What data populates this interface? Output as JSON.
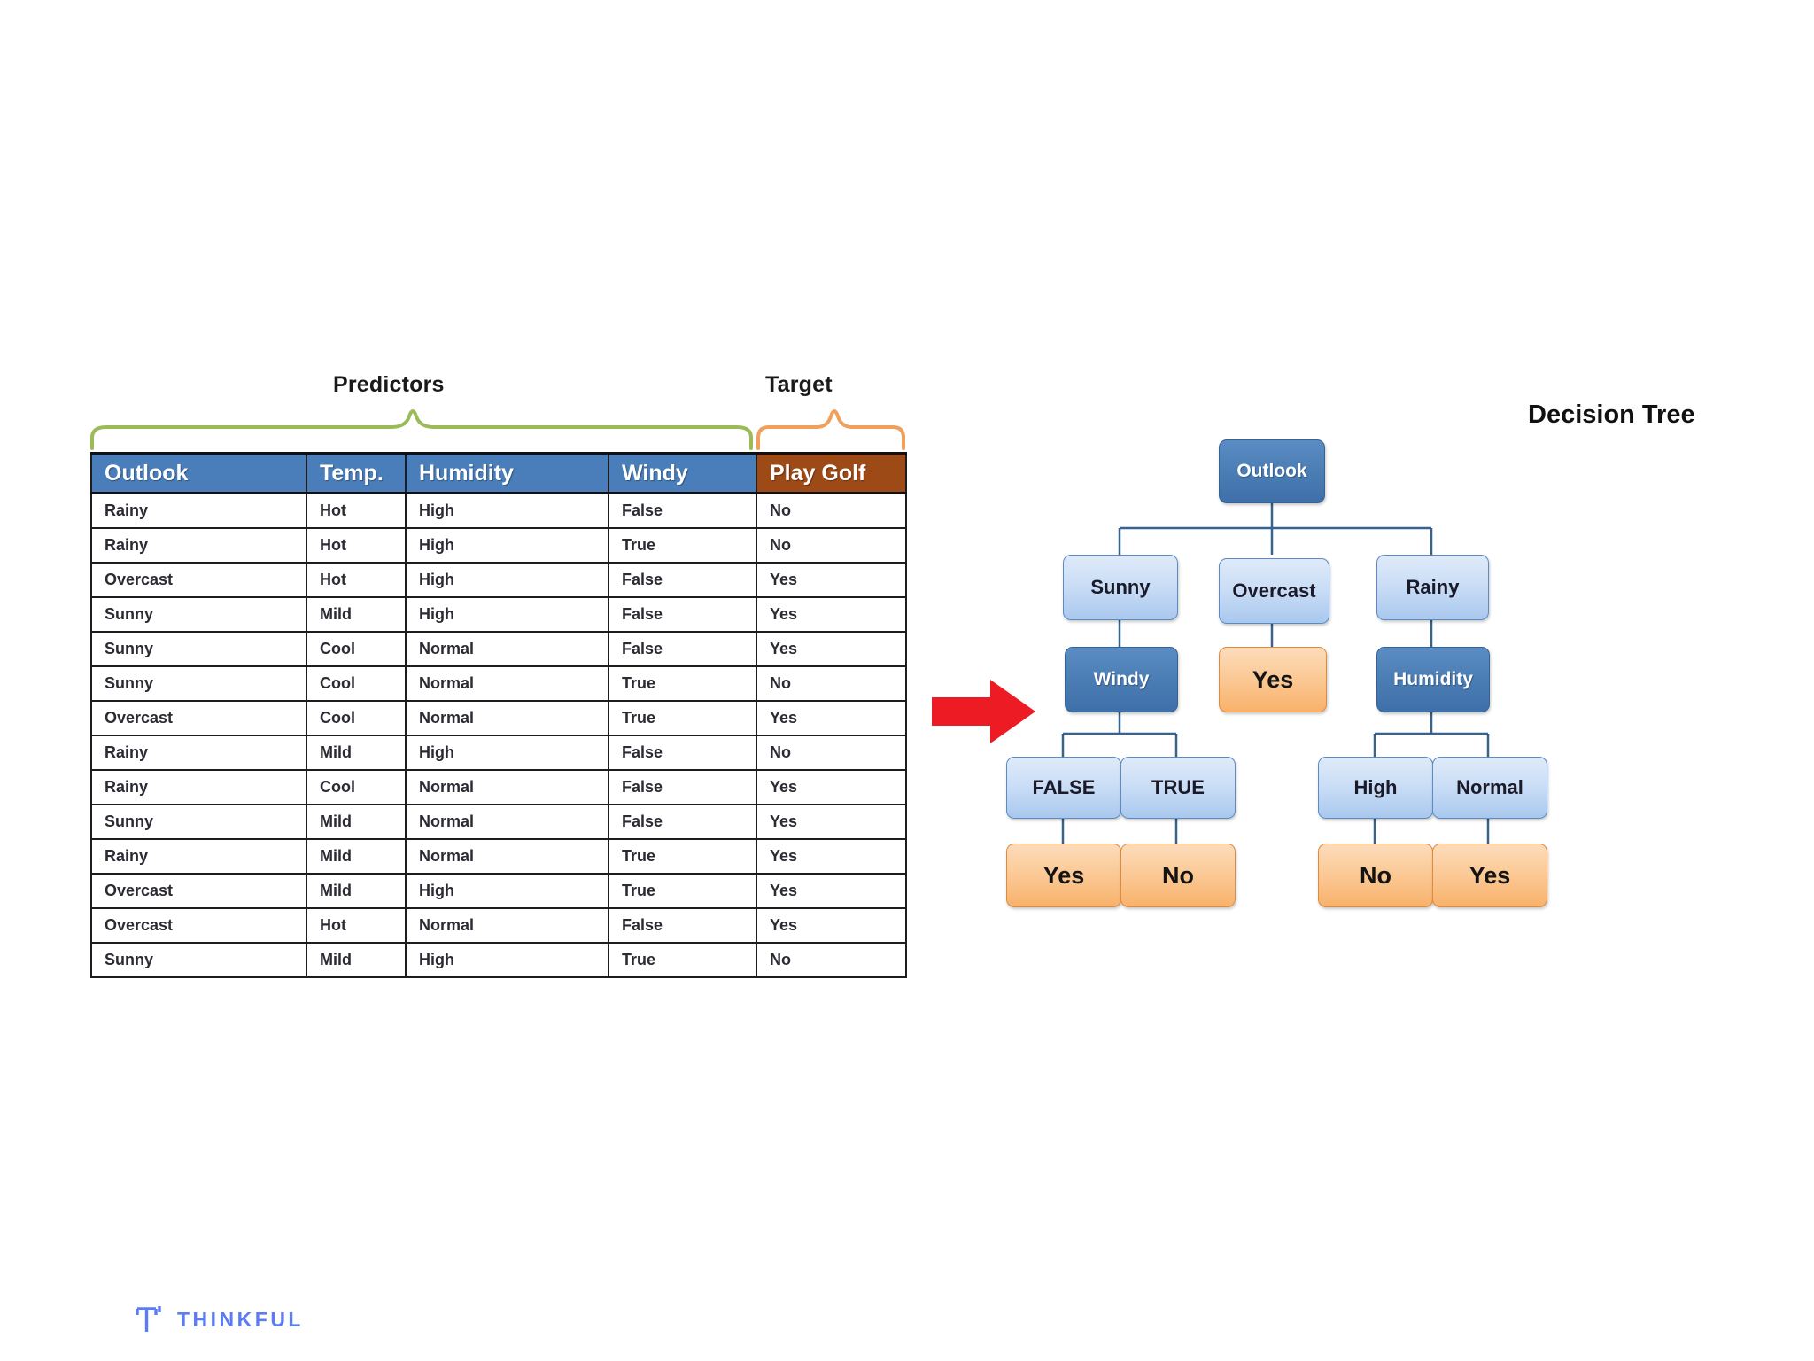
{
  "annotations": {
    "predictors_label": "Predictors",
    "target_label": "Target",
    "tree_title": "Decision Tree",
    "arrow_icon": "right-arrow-icon"
  },
  "colors": {
    "header_blue": "#4A7EBB",
    "header_brown": "#9D4A16",
    "brace_green": "#9BBB59",
    "brace_orange": "#F0A05A",
    "arrow_red": "#ED1C24",
    "node_decision": "#4A7CB4",
    "node_branch": "#C3D9F4",
    "node_leaf": "#F8B96F",
    "logo_blue": "#5B7CF5"
  },
  "table": {
    "columns": [
      {
        "label": "Outlook",
        "group": "predictor"
      },
      {
        "label": "Temp.",
        "group": "predictor"
      },
      {
        "label": "Humidity",
        "group": "predictor"
      },
      {
        "label": "Windy",
        "group": "predictor"
      },
      {
        "label": "Play Golf",
        "group": "target"
      }
    ],
    "rows": [
      [
        "Rainy",
        "Hot",
        "High",
        "False",
        "No"
      ],
      [
        "Rainy",
        "Hot",
        "High",
        "True",
        "No"
      ],
      [
        "Overcast",
        "Hot",
        "High",
        "False",
        "Yes"
      ],
      [
        "Sunny",
        "Mild",
        "High",
        "False",
        "Yes"
      ],
      [
        "Sunny",
        "Cool",
        "Normal",
        "False",
        "Yes"
      ],
      [
        "Sunny",
        "Cool",
        "Normal",
        "True",
        "No"
      ],
      [
        "Overcast",
        "Cool",
        "Normal",
        "True",
        "Yes"
      ],
      [
        "Rainy",
        "Mild",
        "High",
        "False",
        "No"
      ],
      [
        "Rainy",
        "Cool",
        "Normal",
        "False",
        "Yes"
      ],
      [
        "Sunny",
        "Mild",
        "Normal",
        "False",
        "Yes"
      ],
      [
        "Rainy",
        "Mild",
        "Normal",
        "True",
        "Yes"
      ],
      [
        "Overcast",
        "Mild",
        "High",
        "True",
        "Yes"
      ],
      [
        "Overcast",
        "Hot",
        "Normal",
        "False",
        "Yes"
      ],
      [
        "Sunny",
        "Mild",
        "High",
        "True",
        "No"
      ]
    ]
  },
  "tree": {
    "root": {
      "label": "Outlook",
      "kind": "decision"
    },
    "branches": [
      {
        "label": "Sunny",
        "kind": "branch"
      },
      {
        "label": "Overcast",
        "kind": "branch"
      },
      {
        "label": "Rainy",
        "kind": "branch"
      }
    ],
    "level2": [
      {
        "label": "Windy",
        "kind": "decision"
      },
      {
        "label": "Yes",
        "kind": "leaf"
      },
      {
        "label": "Humidity",
        "kind": "decision"
      }
    ],
    "level3": [
      {
        "label": "FALSE",
        "kind": "branch"
      },
      {
        "label": "TRUE",
        "kind": "branch"
      },
      {
        "label": "High",
        "kind": "branch"
      },
      {
        "label": "Normal",
        "kind": "branch"
      }
    ],
    "leaves": [
      {
        "label": "Yes",
        "kind": "leaf"
      },
      {
        "label": "No",
        "kind": "leaf"
      },
      {
        "label": "No",
        "kind": "leaf"
      },
      {
        "label": "Yes",
        "kind": "leaf"
      }
    ]
  },
  "footer": {
    "brand": "THINKFUL",
    "mark_icon": "thinkful-t-mark-icon"
  }
}
